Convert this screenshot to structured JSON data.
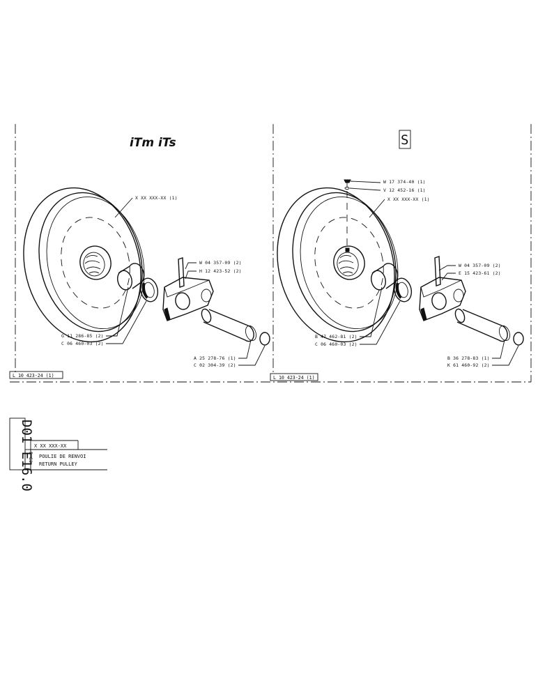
{
  "left_panel": {
    "badge": "iTm iTs",
    "labels": {
      "wheel": "X XX XXX-XX (1)",
      "pin": "W 04 357-09 (2)",
      "bracket": "H 12 423-52 (2)",
      "bushing": "G 11 286-85 (2)",
      "seal": "C 06 460-03 (2)",
      "axle": "A 25 278-76 (1)",
      "cap": "C 02 304-39 (2)"
    },
    "ref": "L 10 423-24 (1)"
  },
  "right_panel": {
    "badge": "S",
    "labels": {
      "screw": "W 17 374-40 (1)",
      "washer": "V 12 452-16 (1)",
      "wheel": "X XX XXX-XX (1)",
      "pin": "W 04 357-09 (2)",
      "bracket": "E 15 423-61 (2)",
      "bushing": "B 47 462-81 (2)",
      "seal": "C 06 460-03 (2)",
      "axle": "B 36 278-83 (1)",
      "cap": "K 61 460-92 (2)"
    },
    "ref": "L 10 423-24 (1)"
  },
  "title_block": {
    "sheet_code": "D01 E16.0",
    "date": "5-80",
    "part_no": "X XX XXX-XX",
    "title_fr": "POULIE DE RENVOI",
    "title_en": "RETURN PULLEY"
  }
}
